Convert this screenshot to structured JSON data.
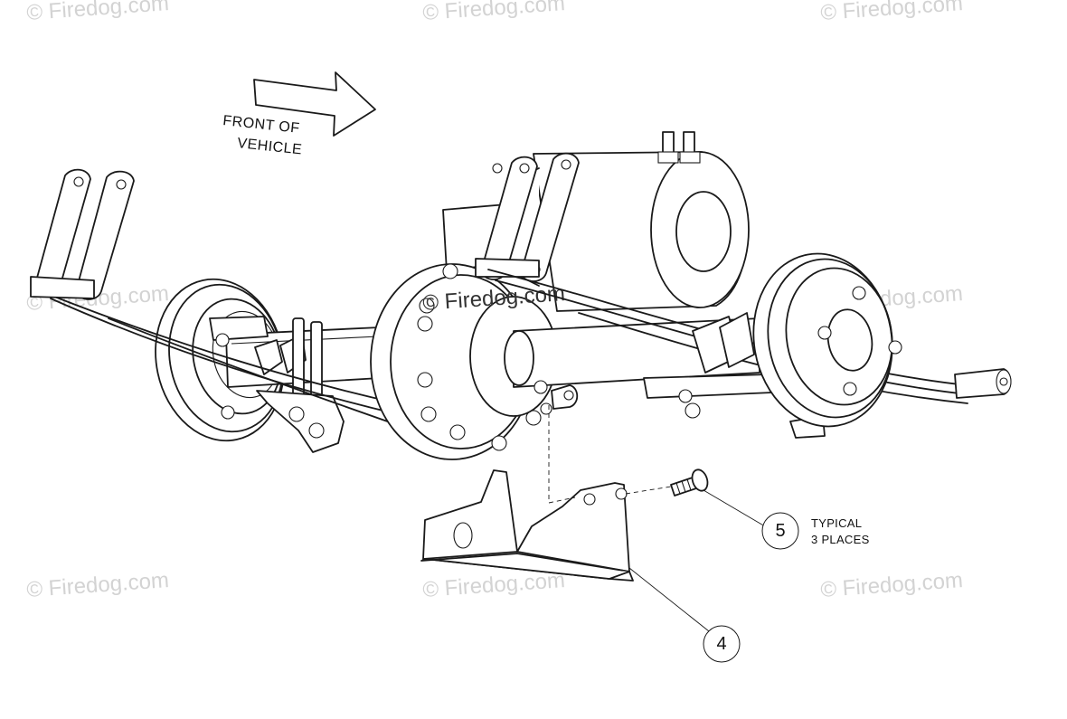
{
  "watermark": {
    "text": "© Firedog.com",
    "color": "#d3d3d3",
    "center_color": "#333333"
  },
  "direction_label": {
    "line1": "FRONT OF",
    "line2": "VEHICLE"
  },
  "callouts": [
    {
      "id": "5",
      "number": "5",
      "note_line1": "TYPICAL",
      "note_line2": "3 PLACES"
    },
    {
      "id": "4",
      "number": "4"
    }
  ]
}
